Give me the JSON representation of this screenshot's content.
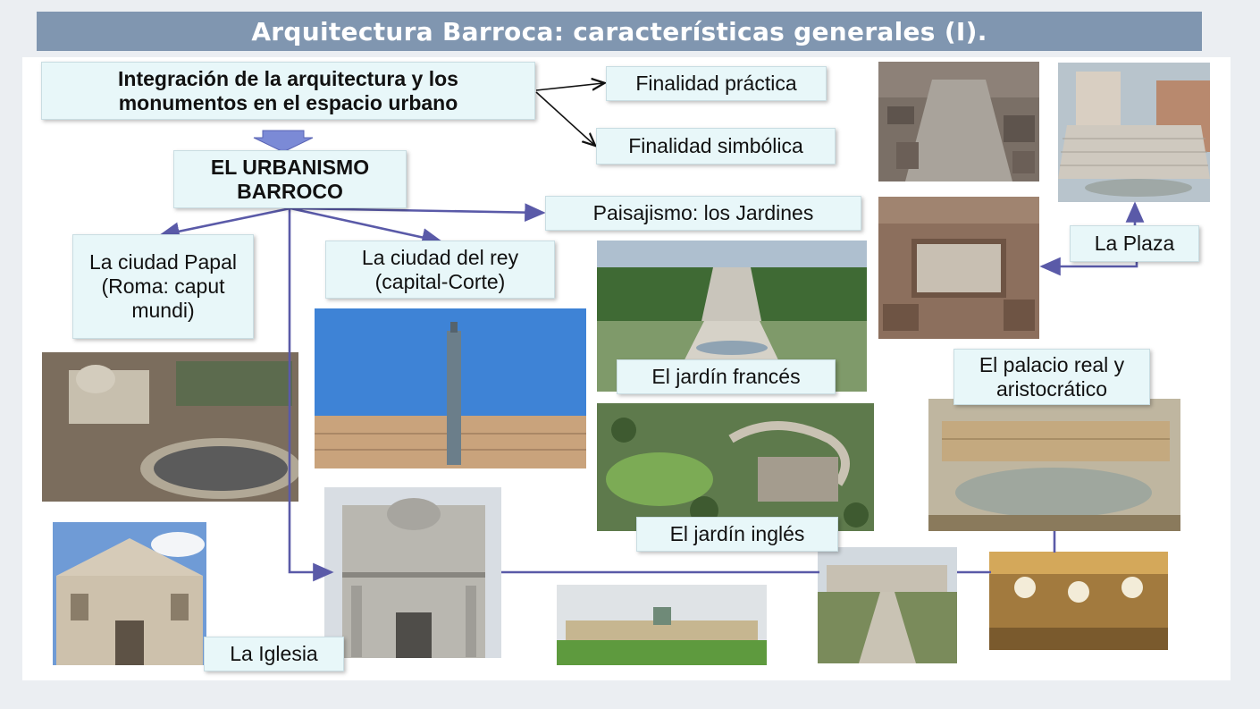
{
  "title": "Arquitectura Barroca: características generales (I).",
  "boxes": {
    "integracion": "Integración de la arquitectura y los monumentos en el espacio urbano",
    "finalidad_practica": "Finalidad práctica",
    "finalidad_simbolica": "Finalidad simbólica",
    "urbanismo": "EL URBANISMO BARROCO",
    "paisajismo": "Paisajismo: los Jardines",
    "ciudad_papal": "La ciudad Papal (Roma: caput mundi)",
    "ciudad_rey": "La ciudad del rey (capital-Corte)",
    "plaza": "La Plaza",
    "jardin_frances": "El jardín francés",
    "jardin_ingles": "El jardín inglés",
    "palacio": "El palacio real y aristocrático",
    "iglesia": "La Iglesia"
  },
  "colors": {
    "title_bar": "#8096b0",
    "box_fill": "#e8f7f9",
    "arrow": "#5a5aa8"
  }
}
